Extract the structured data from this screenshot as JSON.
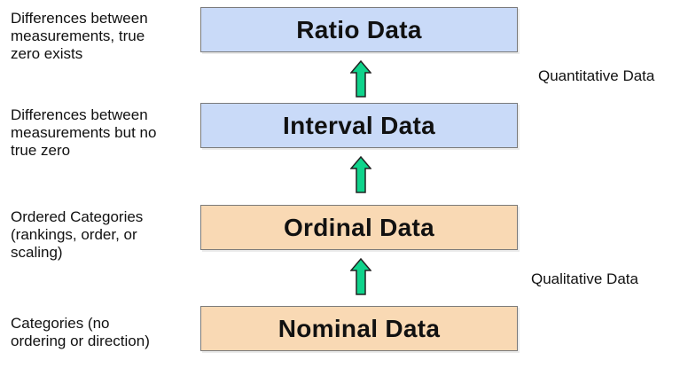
{
  "levels": [
    {
      "title": "Ratio Data",
      "description": "Differences between\nmeasurements, true\nzero exists"
    },
    {
      "title": "Interval Data",
      "description": "Differences between\nmeasurements but no\ntrue zero"
    },
    {
      "title": "Ordinal Data",
      "description": "Ordered Categories\n(rankings, order, or\nscaling)"
    },
    {
      "title": "Nominal Data",
      "description": "Categories (no\nordering or direction)"
    }
  ],
  "groups": {
    "quantitative": "Quantitative Data",
    "qualitative": "Qualitative Data"
  },
  "colors": {
    "quantitative_fill": "#c9daf8",
    "qualitative_fill": "#f9d9b4",
    "arrow_fill": "#0fd38b",
    "arrow_stroke": "#222222"
  }
}
